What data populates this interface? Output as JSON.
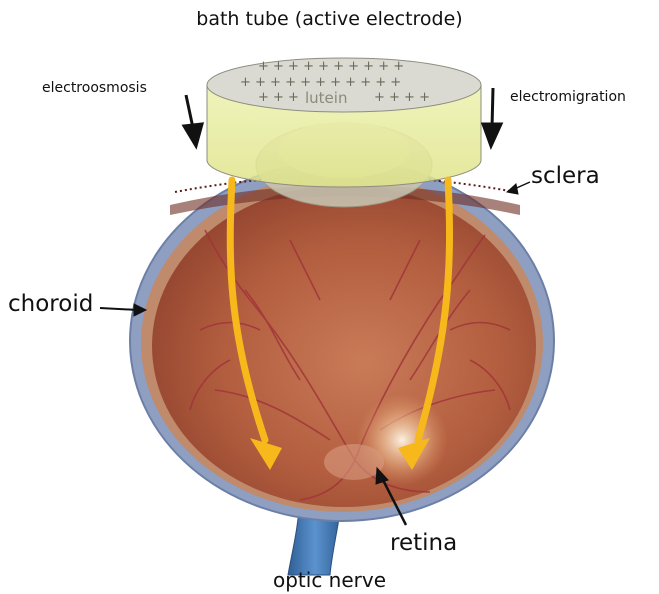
{
  "labels": {
    "top": "bath tube (active electrode)",
    "electroosmosis": "electroosmosis",
    "electromigration": "electromigration",
    "sclera": "sclera",
    "choroid": "choroid",
    "retina": "retina",
    "optic_nerve": "optic nerve",
    "lutein": "lutein"
  },
  "plus_rows": [
    "+ + + + +   + + + + +",
    "+ + + + +   + + + + + +",
    "+ + +"
  ],
  "colors": {
    "sclera": "#7f93b8",
    "choroid_edge": "#b8795a",
    "fundus": "#b35e3f",
    "vessel": "#a2343a",
    "bath_fill": "#e8eea0",
    "bath_top": "#d9d9d0",
    "flow_arrow": "#f6b81a",
    "optic_nerve": "#3f78b8"
  },
  "icons": {
    "osmosis_arrow": "down-arrow-icon",
    "migration_arrow": "down-arrow-icon",
    "flow_arrows": "curved-arrow-icon"
  }
}
